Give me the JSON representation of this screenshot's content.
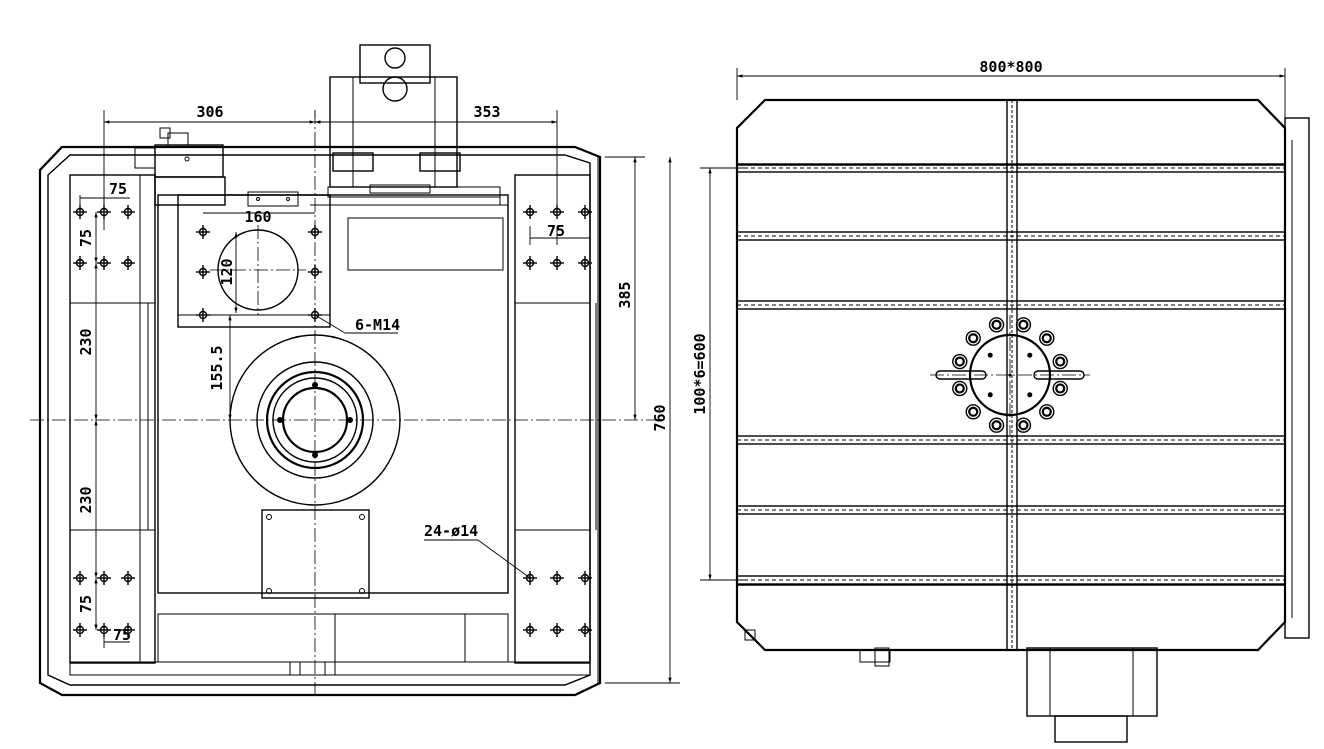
{
  "left_view": {
    "dims": {
      "d306": "306",
      "d353": "353",
      "d75_top_left": "75",
      "d75_vert_top_left": "75",
      "d160": "160",
      "d120": "120",
      "d75_right": "75",
      "d385": "385",
      "d230_a": "230",
      "d155": "155.5",
      "d760": "760",
      "d230_b": "230",
      "d75_vert_bottom_left": "75",
      "d75_bottom_left": "75"
    },
    "callouts": {
      "m14": "6-M14",
      "holes": "24-ø14"
    }
  },
  "right_view": {
    "dims": {
      "width": "800*800",
      "spacing": "100*6=600"
    }
  }
}
